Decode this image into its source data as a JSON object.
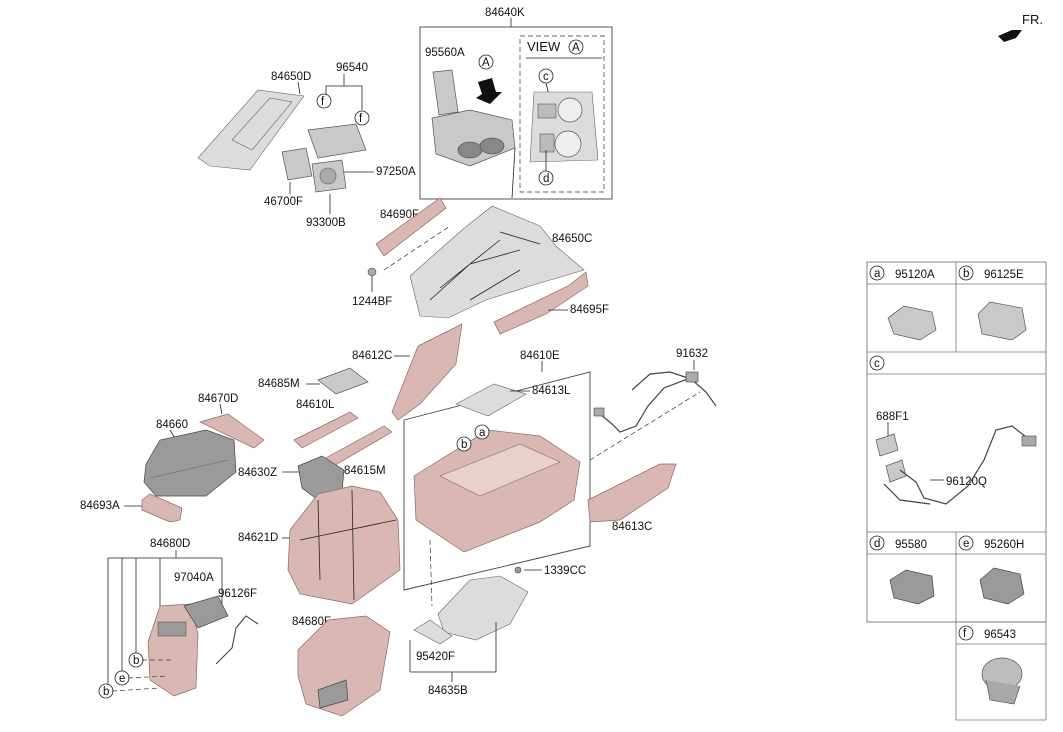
{
  "direction": {
    "label": "FR."
  },
  "view_box": {
    "title": "VIEW",
    "marker": "A"
  },
  "callouts": {
    "c84640K": "84640K",
    "c95560A": "95560A",
    "c84650D": "84650D",
    "c96540": "96540",
    "c97250A": "97250A",
    "c46700F": "46700F",
    "c93300B": "93300B",
    "c84690F": "84690F",
    "c84650C": "84650C",
    "c1244BF": "1244BF",
    "c84695F": "84695F",
    "c84612C": "84612C",
    "c84610E": "84610E",
    "c91632": "91632",
    "c84685M": "84685M",
    "c84613L": "84613L",
    "c84670D": "84670D",
    "c84610L": "84610L",
    "c84660": "84660",
    "c84630Z": "84630Z",
    "c84615M": "84615M",
    "c84693A": "84693A",
    "c84613C": "84613C",
    "c84621D": "84621D",
    "c84680D": "84680D",
    "c97040A": "97040A",
    "c96126F": "96126F",
    "c1339CC": "1339CC",
    "c84680F": "84680F",
    "c95420F": "95420F",
    "c84635B": "84635B"
  },
  "letters": {
    "a": "a",
    "b": "b",
    "c": "c",
    "d": "d",
    "e": "e",
    "f": "f"
  },
  "legend": {
    "a": {
      "letter": "a",
      "part": "95120A"
    },
    "b": {
      "letter": "b",
      "part": "96125E"
    },
    "c": {
      "letter": "c",
      "parts": [
        "688F1",
        "96120Q"
      ]
    },
    "d": {
      "letter": "d",
      "part": "95580"
    },
    "e": {
      "letter": "e",
      "part": "95260H"
    },
    "f": {
      "letter": "f",
      "part": "96543"
    }
  }
}
